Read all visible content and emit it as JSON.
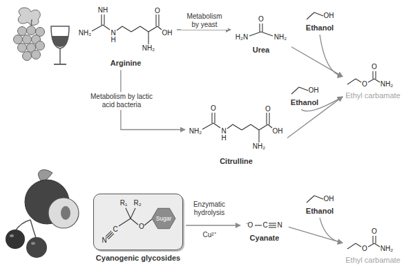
{
  "diagram": {
    "nodes": [
      {
        "text": [
          "NH",
          "NH₂",
          "N",
          "H",
          "O",
          "OH",
          "NH₂",
          "Arginine"
        ]
      },
      {
        "text": [
          "O",
          "H₂N",
          "NH₂",
          "Urea"
        ]
      },
      {
        "text": [
          "OH",
          "Ethanol"
        ]
      },
      {
        "text": [
          "O",
          "O",
          "NH₂",
          "Ethyl carbamate"
        ]
      },
      {
        "text": [
          "O",
          "NH₂",
          "N",
          "H",
          "O",
          "OH",
          "NH₂",
          "Citrulline"
        ]
      },
      {
        "text": [
          "OH",
          "Ethanol"
        ]
      },
      {
        "text": [
          "R₁",
          "R₂",
          "N",
          "C",
          "O",
          "Sugar",
          "Cyanogenic glycosides"
        ]
      },
      {
        "text": [
          "⁻O",
          "C",
          "N",
          "Cyanate"
        ]
      },
      {
        "text": [
          "OH",
          "Ethanol"
        ]
      },
      {
        "text": [
          "O",
          "O",
          "NH₂",
          "Ethyl carbamate"
        ]
      }
    ],
    "edges": [
      {
        "from": 0,
        "to": 1,
        "label": "Metabolism by yeast",
        "arrow": "to"
      },
      {
        "from": 0,
        "to": 4,
        "label": "Metabolism by lactic acid bacteria",
        "arrow": "to"
      },
      {
        "from": 1,
        "to": 3,
        "arrow": "to"
      },
      {
        "from": 2,
        "to": 3,
        "arrow": "to"
      },
      {
        "from": 4,
        "to": 3,
        "arrow": "to"
      },
      {
        "from": 5,
        "to": 3,
        "arrow": "to"
      },
      {
        "from": 6,
        "to": 7,
        "label": "Enzymatic hydrolysis",
        "arrow": "to"
      },
      {
        "from": 7,
        "to": 9,
        "arrow": "to"
      },
      {
        "from": 8,
        "to": 9,
        "arrow": "to"
      }
    ],
    "labels": [
      "Cu²⁺"
    ]
  }
}
